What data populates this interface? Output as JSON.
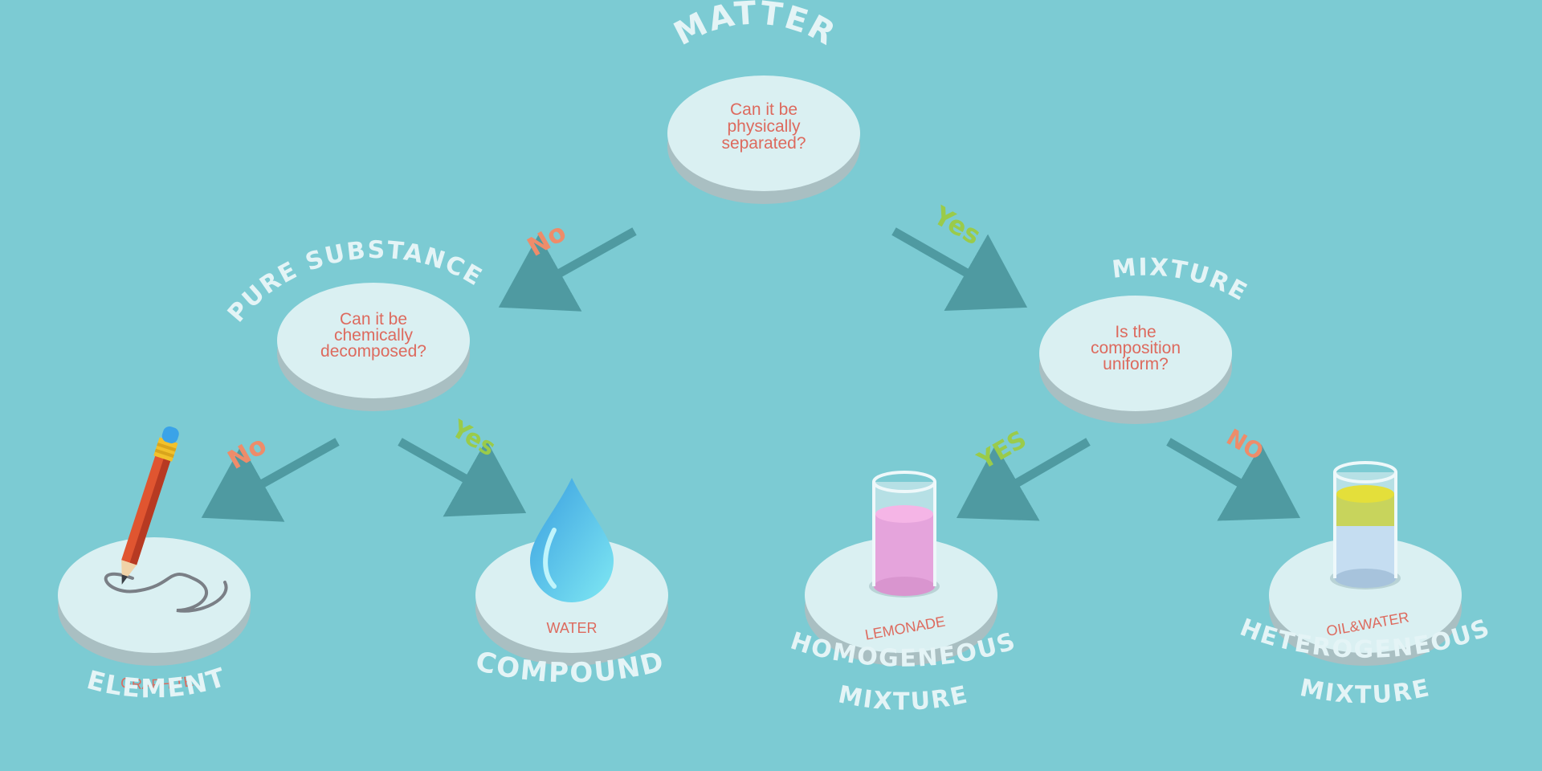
{
  "nodes": {
    "matter": {
      "title": "MATTER",
      "question": [
        "Can it be",
        "physically",
        "separated?"
      ]
    },
    "pure_substance": {
      "title": "PURE SUBSTANCE",
      "question": [
        "Can it be",
        "chemically",
        "decomposed?"
      ]
    },
    "mixture": {
      "title": "MIXTURE",
      "question": [
        "Is the",
        "composition",
        "uniform?"
      ]
    },
    "element": {
      "title": "ELEMENT",
      "example": "GRAPHITE"
    },
    "compound": {
      "title": "COMPOUND",
      "example": "WATER"
    },
    "homogeneous": {
      "title_line1": "HOMOGENEOUS",
      "title_line2": "MIXTURE",
      "example": "LEMONADE"
    },
    "heterogeneous": {
      "title_line1": "HETEROGENEOUS",
      "title_line2": "MIXTURE",
      "example": "OIL&WATER"
    }
  },
  "edges": {
    "matter_to_pure": "No",
    "matter_to_mixture": "Yes",
    "pure_to_element": "No",
    "pure_to_compound": "Yes",
    "mixture_to_homogeneous": "YES",
    "mixture_to_heterogeneous": "NO"
  },
  "colors": {
    "background": "#7ccbd3",
    "disc_top": "#daf0f2",
    "disc_side": "#a9bfc2",
    "question_text": "#dd6a5e",
    "arrow": "#4f9aa1",
    "yes": "#9acb4a",
    "no": "#ee8c6a"
  }
}
